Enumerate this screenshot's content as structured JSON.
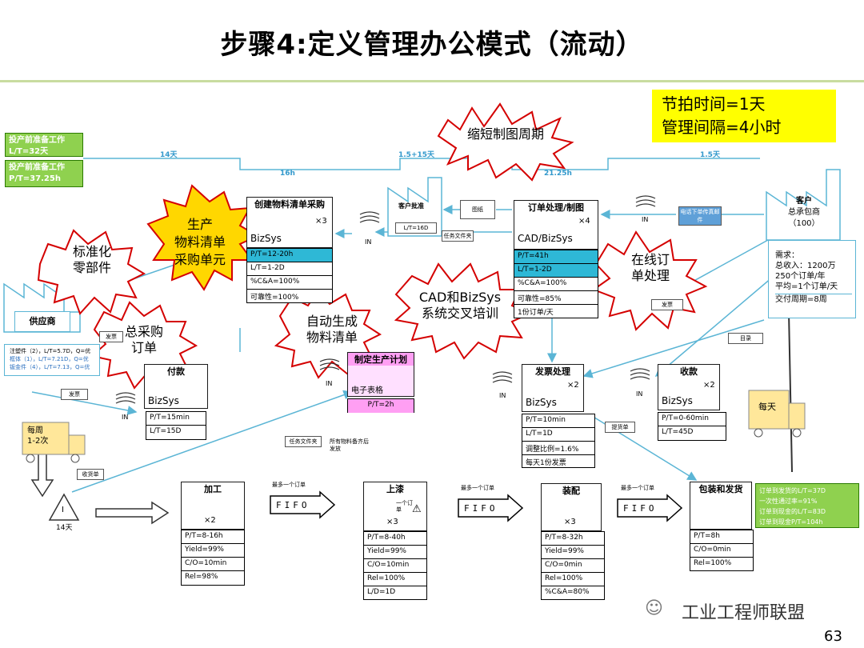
{
  "title": "步骤4:定义管理办公模式（流动）",
  "takt": {
    "line1": "节拍时间=1天",
    "line2": "管理间隔=4小时"
  },
  "left_top": {
    "box1_line1": "投产前准备工作",
    "box1_line2": "L/T=32天",
    "box2_line1": "投产前准备工作",
    "box2_line2": "P/T=37.25h"
  },
  "timeline": {
    "t1": "14天",
    "t2": "1.5+15天",
    "t3": "1.5天",
    "t4": "16h",
    "t5": "21.25h"
  },
  "bursts": {
    "b1": "缩短制图周期",
    "b2a": "生产",
    "b2b": "物料清单",
    "b2c": "采购单元",
    "b3a": "标准化",
    "b3b": "零部件",
    "b4a": "在线订",
    "b4b": "单处理",
    "b5a": "CAD和BizSys",
    "b5b": "系统交叉培训",
    "b6a": "自动生成",
    "b6b": "物料清单",
    "b7a": "总采购",
    "b7b": "订单"
  },
  "bom": {
    "title": "创建物料清单采购",
    "mult": "×3",
    "sys": "BizSys",
    "rows": [
      "P/T=12-20h",
      "L/T=1-2D",
      "%C&A=100%",
      "可靠性=100%"
    ]
  },
  "order": {
    "title": "订单处理/制图",
    "mult": "×4",
    "sys": "CAD/BizSys",
    "rows": [
      "P/T=41h",
      "L/T=1-2D",
      "%C&A=100%",
      "可靠性=85%",
      "1份订单/天"
    ]
  },
  "customer_batch": {
    "title": "客户批准",
    "lt": "L/T=16D"
  },
  "tags": {
    "drawing": "图纸",
    "task_file": "任务文件夹",
    "ewo": "电话下单传真邮件",
    "ship_note": "发票",
    "task_file2": "任务文件夹",
    "all_material": "所有物料备齐后发放",
    "receipt": "收货单",
    "invoice": "提货单",
    "catalog": "目录",
    "ship_doc": "发票",
    "ship2": "发票"
  },
  "customer": {
    "title": "客户",
    "sub1": "总承包商",
    "sub2": "（100）",
    "req_title": "需求：",
    "req1": "总收入：1200万",
    "req2": "250个订单/年",
    "req3": "平均=1个订单/天",
    "delivery": "交付周期=8周"
  },
  "supplier": {
    "title": "供应商",
    "line1": "注塑件（2），L/T=5.7D，Q=优",
    "line2": "框体（1），L/T=7.21D，Q=优",
    "line3": "钣金件（4），L/T=7.13，Q=优"
  },
  "payment": {
    "title": "付款",
    "sys": "BizSys",
    "rows": [
      "P/T=15min",
      "L/T=15D"
    ]
  },
  "plan": {
    "title": "制定生产计划",
    "sys": "电子表格",
    "pt": "P/T=2h"
  },
  "billing": {
    "title": "发票处理",
    "mult": "×2",
    "sys": "BizSys",
    "rows": [
      "P/T=10min",
      "L/T=1D",
      "调整比例=1.6%",
      "每天1份发票"
    ]
  },
  "collect": {
    "title": "收款",
    "mult": "×2",
    "sys": "BizSys",
    "rows": [
      "P/T=0-60min",
      "L/T=45D"
    ]
  },
  "truck1": {
    "label1": "每周",
    "label2": "1-2次"
  },
  "truck2": {
    "label": "每天"
  },
  "inventory": {
    "label": "I",
    "days": "14天"
  },
  "in_label": "IN",
  "processes": {
    "p1": {
      "title": "加工",
      "mult": "×2",
      "rows": [
        "P/T=8-16h",
        "Yield=99%",
        "C/O=10min",
        "Rel=98%"
      ]
    },
    "p2": {
      "title": "上漆",
      "mult": "×3",
      "note": "一个订单",
      "rows": [
        "P/T=8-40h",
        "Yield=99%",
        "C/O=10min",
        "Rel=100%",
        "L/D=1D"
      ]
    },
    "p3": {
      "title": "装配",
      "mult": "×3",
      "rows": [
        "P/T=8-32h",
        "Yield=99%",
        "C/O=0min",
        "Rel=100%",
        "%C&A=80%"
      ]
    },
    "p4": {
      "title": "包装和发货",
      "rows": [
        "P/T=8h",
        "C/O=0min",
        "Rel=100%"
      ]
    }
  },
  "fifo": {
    "label": "FIFO",
    "note": "最多一个订单"
  },
  "summary": {
    "line1": "订单到发货的L/T=37D",
    "line2": "一次性通过率=91%",
    "line3": "订单到现金的L/T=83D",
    "line4": "订单到现金P/T=104h"
  },
  "footer": {
    "brand": "工业工程师联盟",
    "page": "63"
  },
  "colors": {
    "accent_green": "#8fd14f",
    "cyan": "#2eb8d6",
    "yellow": "#ffff00",
    "pink": "#ff9ff3",
    "burst_red": "#d40000",
    "burst_orange": "#ffd700"
  }
}
